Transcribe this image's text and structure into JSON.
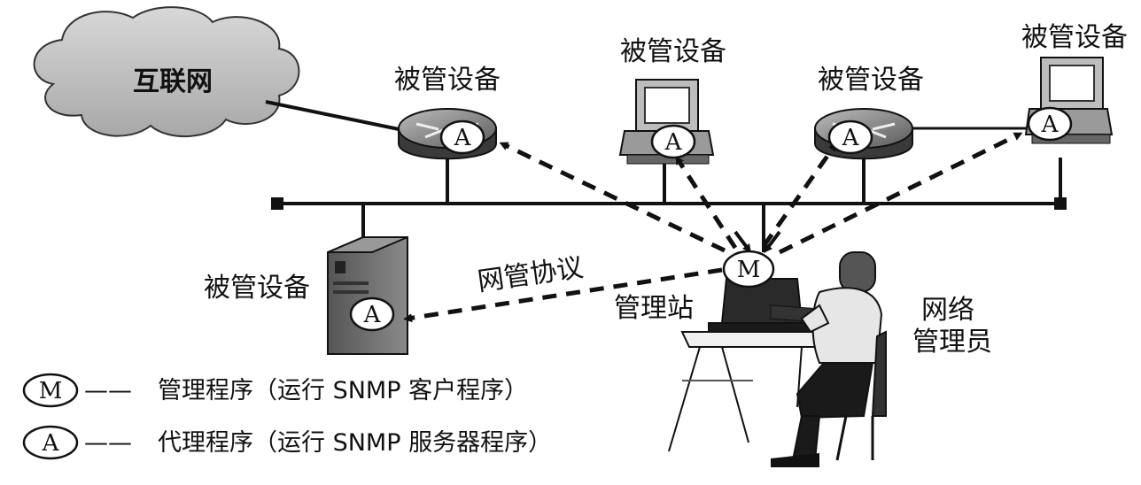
{
  "cloud_label": "互联网",
  "devices": {
    "router_left": "被管设备",
    "pc_mid": "被管设备",
    "router_right": "被管设备",
    "pc_right": "被管设备",
    "server": "被管设备"
  },
  "badges": {
    "agent": "A",
    "manager": "M"
  },
  "protocol_label": "网管协议",
  "station_label": "管理站",
  "admin_label": {
    "line1": "网络",
    "line2": "管理员"
  },
  "legend": [
    {
      "symbol": "M",
      "dash": "——",
      "text": "管理程序（运行 SNMP 客户程序）"
    },
    {
      "symbol": "A",
      "dash": "——",
      "text": "代理程序（运行 SNMP 服务器程序）"
    }
  ]
}
